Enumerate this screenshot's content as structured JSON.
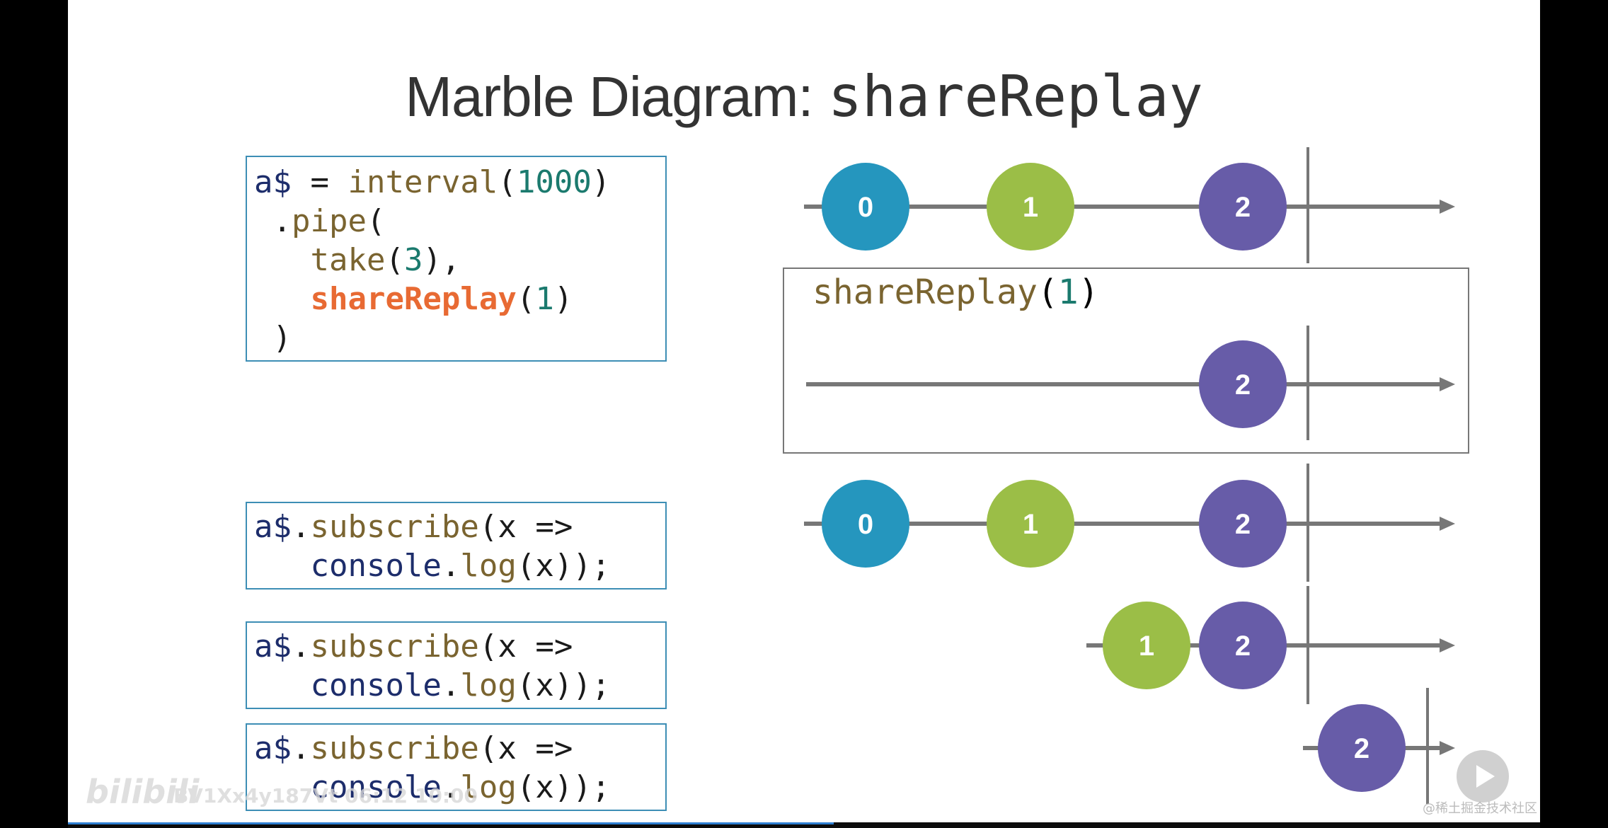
{
  "title": {
    "text": "Marble Diagram: ",
    "operator": "shareReplay"
  },
  "code_main": {
    "l1": {
      "a": "a$",
      "b": " = ",
      "c": "interval",
      "d": "(",
      "e": "1000",
      "f": ")"
    },
    "l2": {
      "a": " .",
      "b": "pipe",
      "c": "("
    },
    "l3": {
      "a": "   ",
      "b": "take",
      "c": "(",
      "d": "3",
      "e": "),"
    },
    "l4": {
      "a": "   ",
      "b": "shareReplay",
      "c": "(",
      "d": "1",
      "e": ")"
    },
    "l5": {
      "a": " )"
    }
  },
  "subscriptions": [
    {
      "var": "a$",
      "dot": ".",
      "fn": "subscribe",
      "rest": "(x =>",
      "indent": "   ",
      "obj": "console",
      "dot2": ".",
      "fn2": "log",
      "rest2": "(x));"
    },
    {
      "var": "a$",
      "dot": ".",
      "fn": "subscribe",
      "rest": "(x =>",
      "indent": "   ",
      "obj": "console",
      "dot2": ".",
      "fn2": "log",
      "rest2": "(x));"
    },
    {
      "var": "a$",
      "dot": ".",
      "fn": "subscribe",
      "rest": "(x =>",
      "indent": "   ",
      "obj": "console",
      "dot2": ".",
      "fn2": "log",
      "rest2": "(x));"
    }
  ],
  "operator_box": {
    "fn": "shareReplay",
    "open": "(",
    "arg": "1",
    "close": ")"
  },
  "colors": {
    "blue": "#2596be",
    "green": "#9bbe47",
    "purple": "#675ca8",
    "line": "#777777"
  },
  "timelines": [
    {
      "id": "source",
      "marbles": [
        {
          "label": "0",
          "color": "blue"
        },
        {
          "label": "1",
          "color": "green"
        },
        {
          "label": "2",
          "color": "purple"
        }
      ]
    },
    {
      "id": "shared",
      "marbles": [
        {
          "label": "2",
          "color": "purple"
        }
      ]
    },
    {
      "id": "subscriber-1",
      "marbles": [
        {
          "label": "0",
          "color": "blue"
        },
        {
          "label": "1",
          "color": "green"
        },
        {
          "label": "2",
          "color": "purple"
        }
      ]
    },
    {
      "id": "subscriber-2",
      "marbles": [
        {
          "label": "1",
          "color": "green"
        },
        {
          "label": "2",
          "color": "purple"
        }
      ]
    },
    {
      "id": "subscriber-3",
      "marbles": [
        {
          "label": "2",
          "color": "purple"
        }
      ]
    }
  ],
  "watermark": {
    "logo": "bilibili",
    "id": "BV1Xx4y187Vt 06:12 10:00"
  },
  "corner_credit": "@稀土掘金技术社区",
  "video_progress": 0.52
}
